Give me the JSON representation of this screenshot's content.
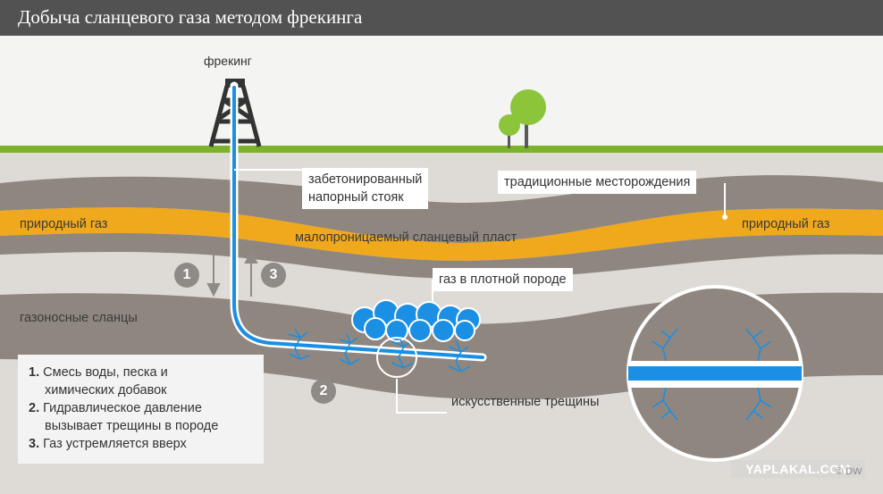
{
  "title": "Добыча сланцевого газа методом фрекинга",
  "labels": {
    "fracking": "фрекинг",
    "cased_riser_line1": "забетонированный",
    "cased_riser_line2": "напорный стояк",
    "traditional_deposits": "традиционные месторождения",
    "natural_gas_left": "природный газ",
    "natural_gas_right": "природный газ",
    "low_permeability_shale": "малопроницаемый сланцевый пласт",
    "gas_in_tight_rock": "газ в плотной породе",
    "gas_bearing_shale": "газоносные сланцы",
    "artificial_fractures": "искусственные трещины"
  },
  "legend": [
    {
      "num": "1.",
      "line1": "Смесь воды, песка и",
      "line2": "химических добавок"
    },
    {
      "num": "2.",
      "line1": "Гидравлическое давление",
      "line2": "вызывает трещины в породе"
    },
    {
      "num": "3.",
      "line1": "Газ устремляется вверх",
      "line2": ""
    }
  ],
  "badges": [
    "1",
    "2",
    "3"
  ],
  "arrows": {
    "down": "down-arrow-icon",
    "up": "up-arrow-icon"
  },
  "watermark": "YAPLAKAL.COM",
  "source": "© DW",
  "colors": {
    "title_bar": "#525252",
    "ground_grass": "#7cb32a",
    "strata_dark": "#8c847c",
    "strata_light": "#d9d6d2",
    "natural_gas": "#f0a81c",
    "pipe": "#1a8fe3",
    "gas_bubbles": "#1a8fe3",
    "tree": "#8cc43a"
  }
}
